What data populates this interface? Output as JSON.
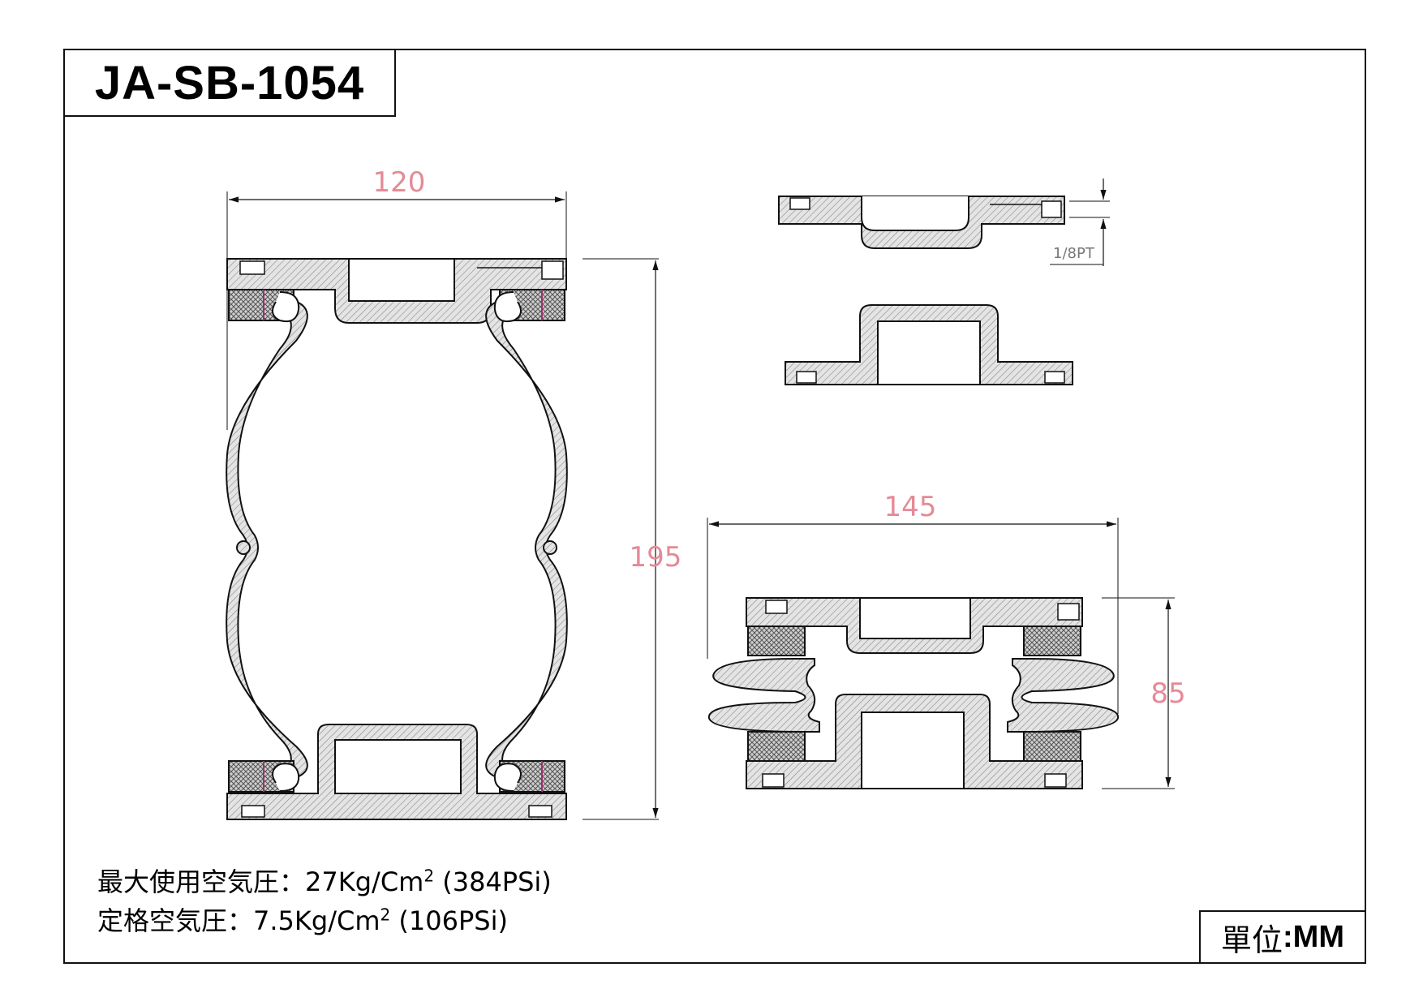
{
  "title": "JA-SB-1054",
  "dimensions": {
    "width_main": "120",
    "height_main": "195",
    "width_compressed": "145",
    "height_compressed": "85",
    "port_label": "1/8PT"
  },
  "specs": {
    "max_pressure_label": "最大使用空気圧：",
    "max_pressure_value": "27Kg/Cm",
    "max_pressure_exp": "2",
    "max_pressure_psi": " (384PSi)",
    "rated_pressure_label": "定格空気圧：",
    "rated_pressure_value": "7.5Kg/Cm",
    "rated_pressure_exp": "2",
    "rated_pressure_psi": " (106PSi)"
  },
  "unit": {
    "label": "單位",
    "value": ":MM"
  },
  "colors": {
    "dimension": "#e58a96",
    "line": "#111111",
    "hatch_fill": "#d9d9d9",
    "accent": "#a0306a"
  }
}
